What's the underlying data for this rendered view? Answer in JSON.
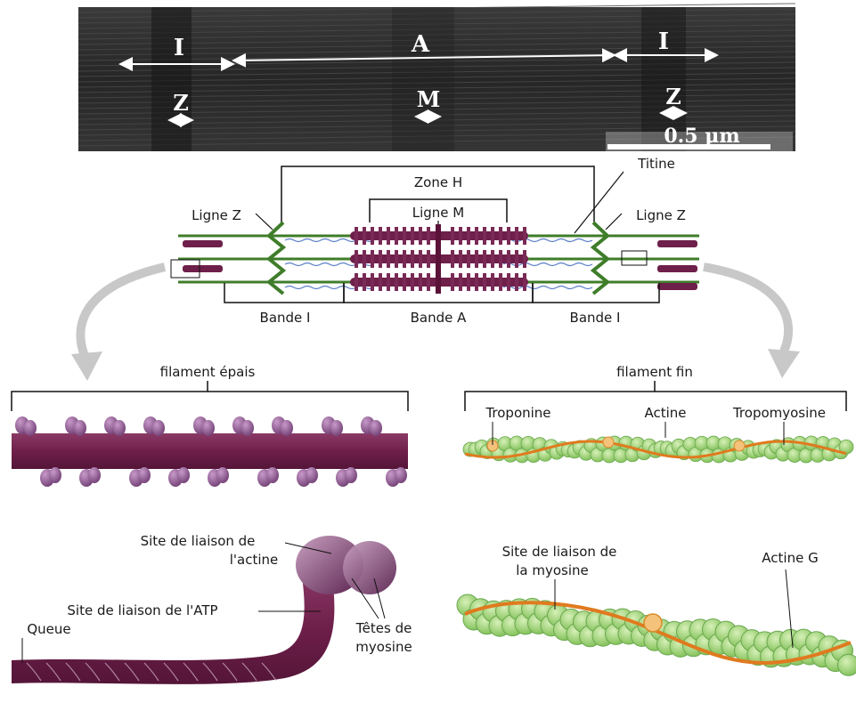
{
  "micrograph": {
    "label_I_left": "I",
    "label_A": "A",
    "label_I_right": "I",
    "label_Z_left": "Z",
    "label_M": "M",
    "label_Z_right": "Z",
    "scale_bar": "0.5 µm"
  },
  "sarcomere": {
    "zone_h": "Zone H",
    "titine": "Titine",
    "ligne_z_left": "Ligne Z",
    "ligne_m": "Ligne M",
    "ligne_z_right": "Ligne Z",
    "bande_i_left": "Bande I",
    "bande_a": "Bande A",
    "bande_i_right": "Bande I"
  },
  "thick_filament": {
    "title": "filament épais"
  },
  "thin_filament": {
    "title": "filament fin",
    "troponine": "Troponine",
    "actine": "Actine",
    "tropomyosine": "Tropomyosine"
  },
  "myosin_detail": {
    "site_actine_1": "Site de liaison de",
    "site_actine_2": "l'actine",
    "site_atp": "Site de liaison de l'ATP",
    "queue": "Queue",
    "tetes_1": "Têtes de",
    "tetes_2": "myosine"
  },
  "actin_detail": {
    "site_myosine_1": "Site de liaison de",
    "site_myosine_2": "la myosine",
    "actine_g": "Actine G"
  },
  "colors": {
    "myosin": "#6e1f4a",
    "myosin_head": "#8a4f8c",
    "actin_line": "#3f7d2a",
    "actin_bead": "#a8d87a",
    "tropomyosin": "#e07a1f",
    "titin": "#5a7ec8"
  }
}
